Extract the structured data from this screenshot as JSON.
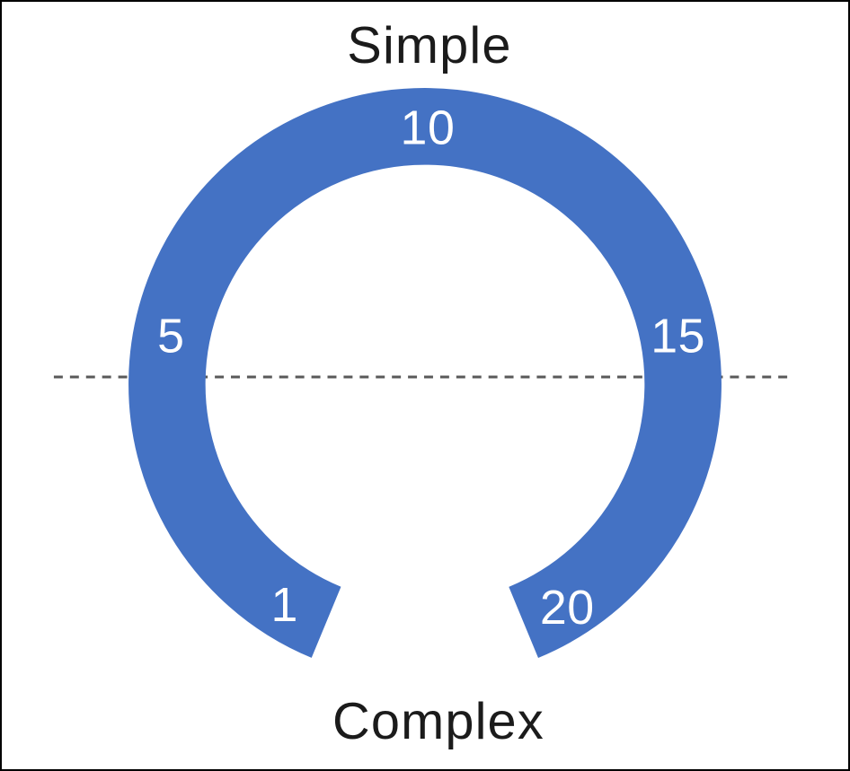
{
  "chart_data": {
    "type": "gauge",
    "title_top": "Simple",
    "title_bottom": "Complex",
    "scale": {
      "min": 1,
      "max": 20,
      "tick_labels": [
        "1",
        "5",
        "10",
        "15",
        "20"
      ],
      "tick_positions_deg_clockwise_from_bottom_gap": [
        10,
        79,
        157.5,
        236,
        305
      ]
    },
    "arc": {
      "sweep_degrees": 315,
      "gap_degrees": 45,
      "gap_center": "bottom",
      "direction": "clockwise, value 1 at bottom-left end, value 20 at bottom-right end"
    },
    "midline": {
      "style": "dashed",
      "orientation": "horizontal",
      "drawn_behind_ring": true
    },
    "colors": {
      "ring": "#4472C4",
      "tick_text": "#FFFFFF",
      "pole_text": "#1B1B1B",
      "midline": "#595959",
      "background": "#FFFFFF",
      "frame_border": "#000000"
    }
  }
}
